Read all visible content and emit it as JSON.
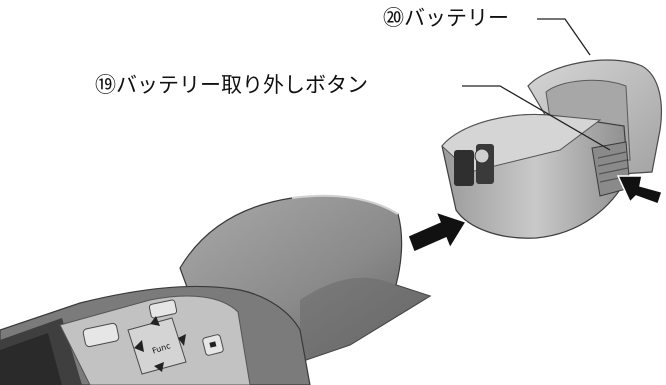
{
  "callouts": {
    "battery": "⑳バッテリー",
    "release_button": "⑲バッテリー取り外しボタン"
  },
  "device": {
    "func_key": "Func"
  },
  "colors": {
    "body_dark": "#4a4a4a",
    "body_mid": "#7d7d7d",
    "body_light": "#b8b8b8",
    "battery_shell": "#bdbdbd",
    "leader_line": "#222222",
    "arrow": "#111111"
  },
  "icons": [
    "insert-arrow-icon",
    "press-arrow-icon"
  ]
}
